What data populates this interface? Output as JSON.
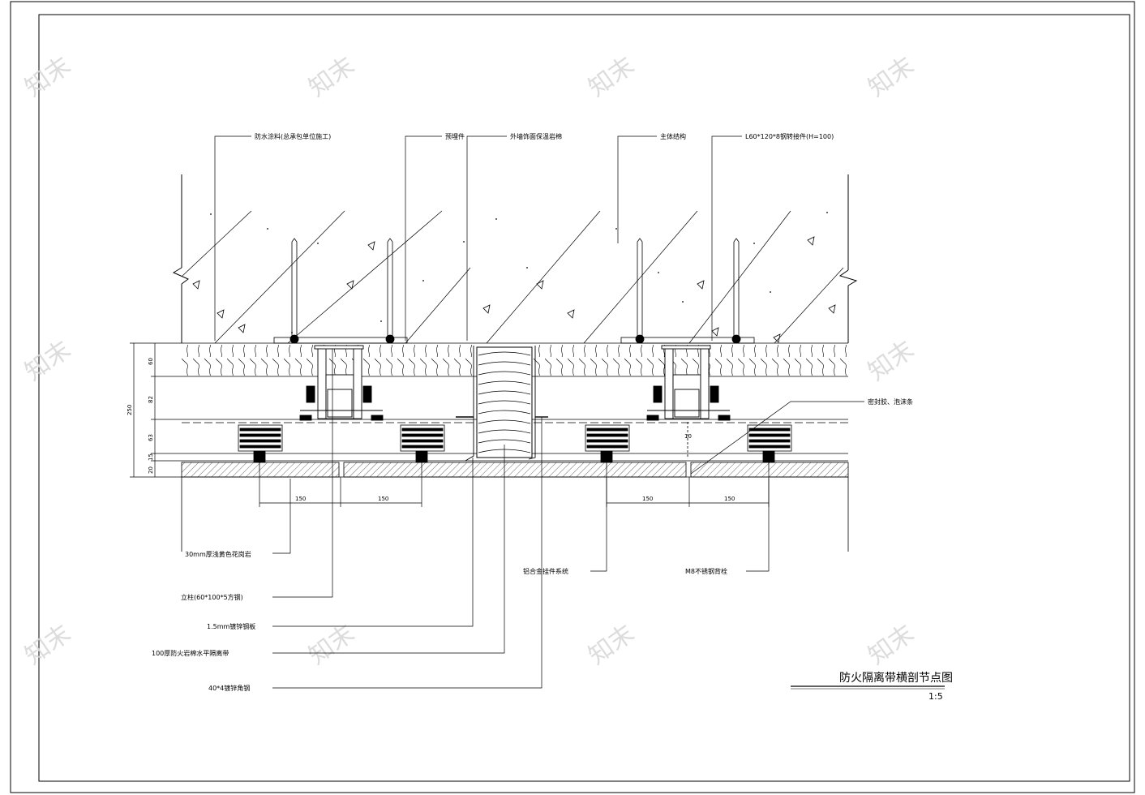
{
  "watermark": "知末",
  "drawing": {
    "title": "防火隔离带横剖节点图",
    "scale": "1:5"
  },
  "top_labels": [
    "防水涂料(总承包单位施工)",
    "预埋件",
    "外墙饰面保温岩棉",
    "主体结构",
    "L60*120*8钢转接件(H=100)"
  ],
  "right_label": "密封胶、泡沫条",
  "bottom_labels": [
    "30mm厚浅黄色花岗岩",
    "立柱(60*100*5方钢)",
    "1.5mm镀锌钢板",
    "100厚防火岩棉水平隔离带",
    "40*4镀锌角钢",
    "铝合金挂件系统",
    "M8不锈钢背栓"
  ],
  "dimensions": {
    "total": "250",
    "layers": [
      "60",
      "82",
      "63",
      "15",
      "20"
    ],
    "spacing": [
      "150",
      "150",
      "150",
      "150"
    ],
    "joint": "10"
  }
}
